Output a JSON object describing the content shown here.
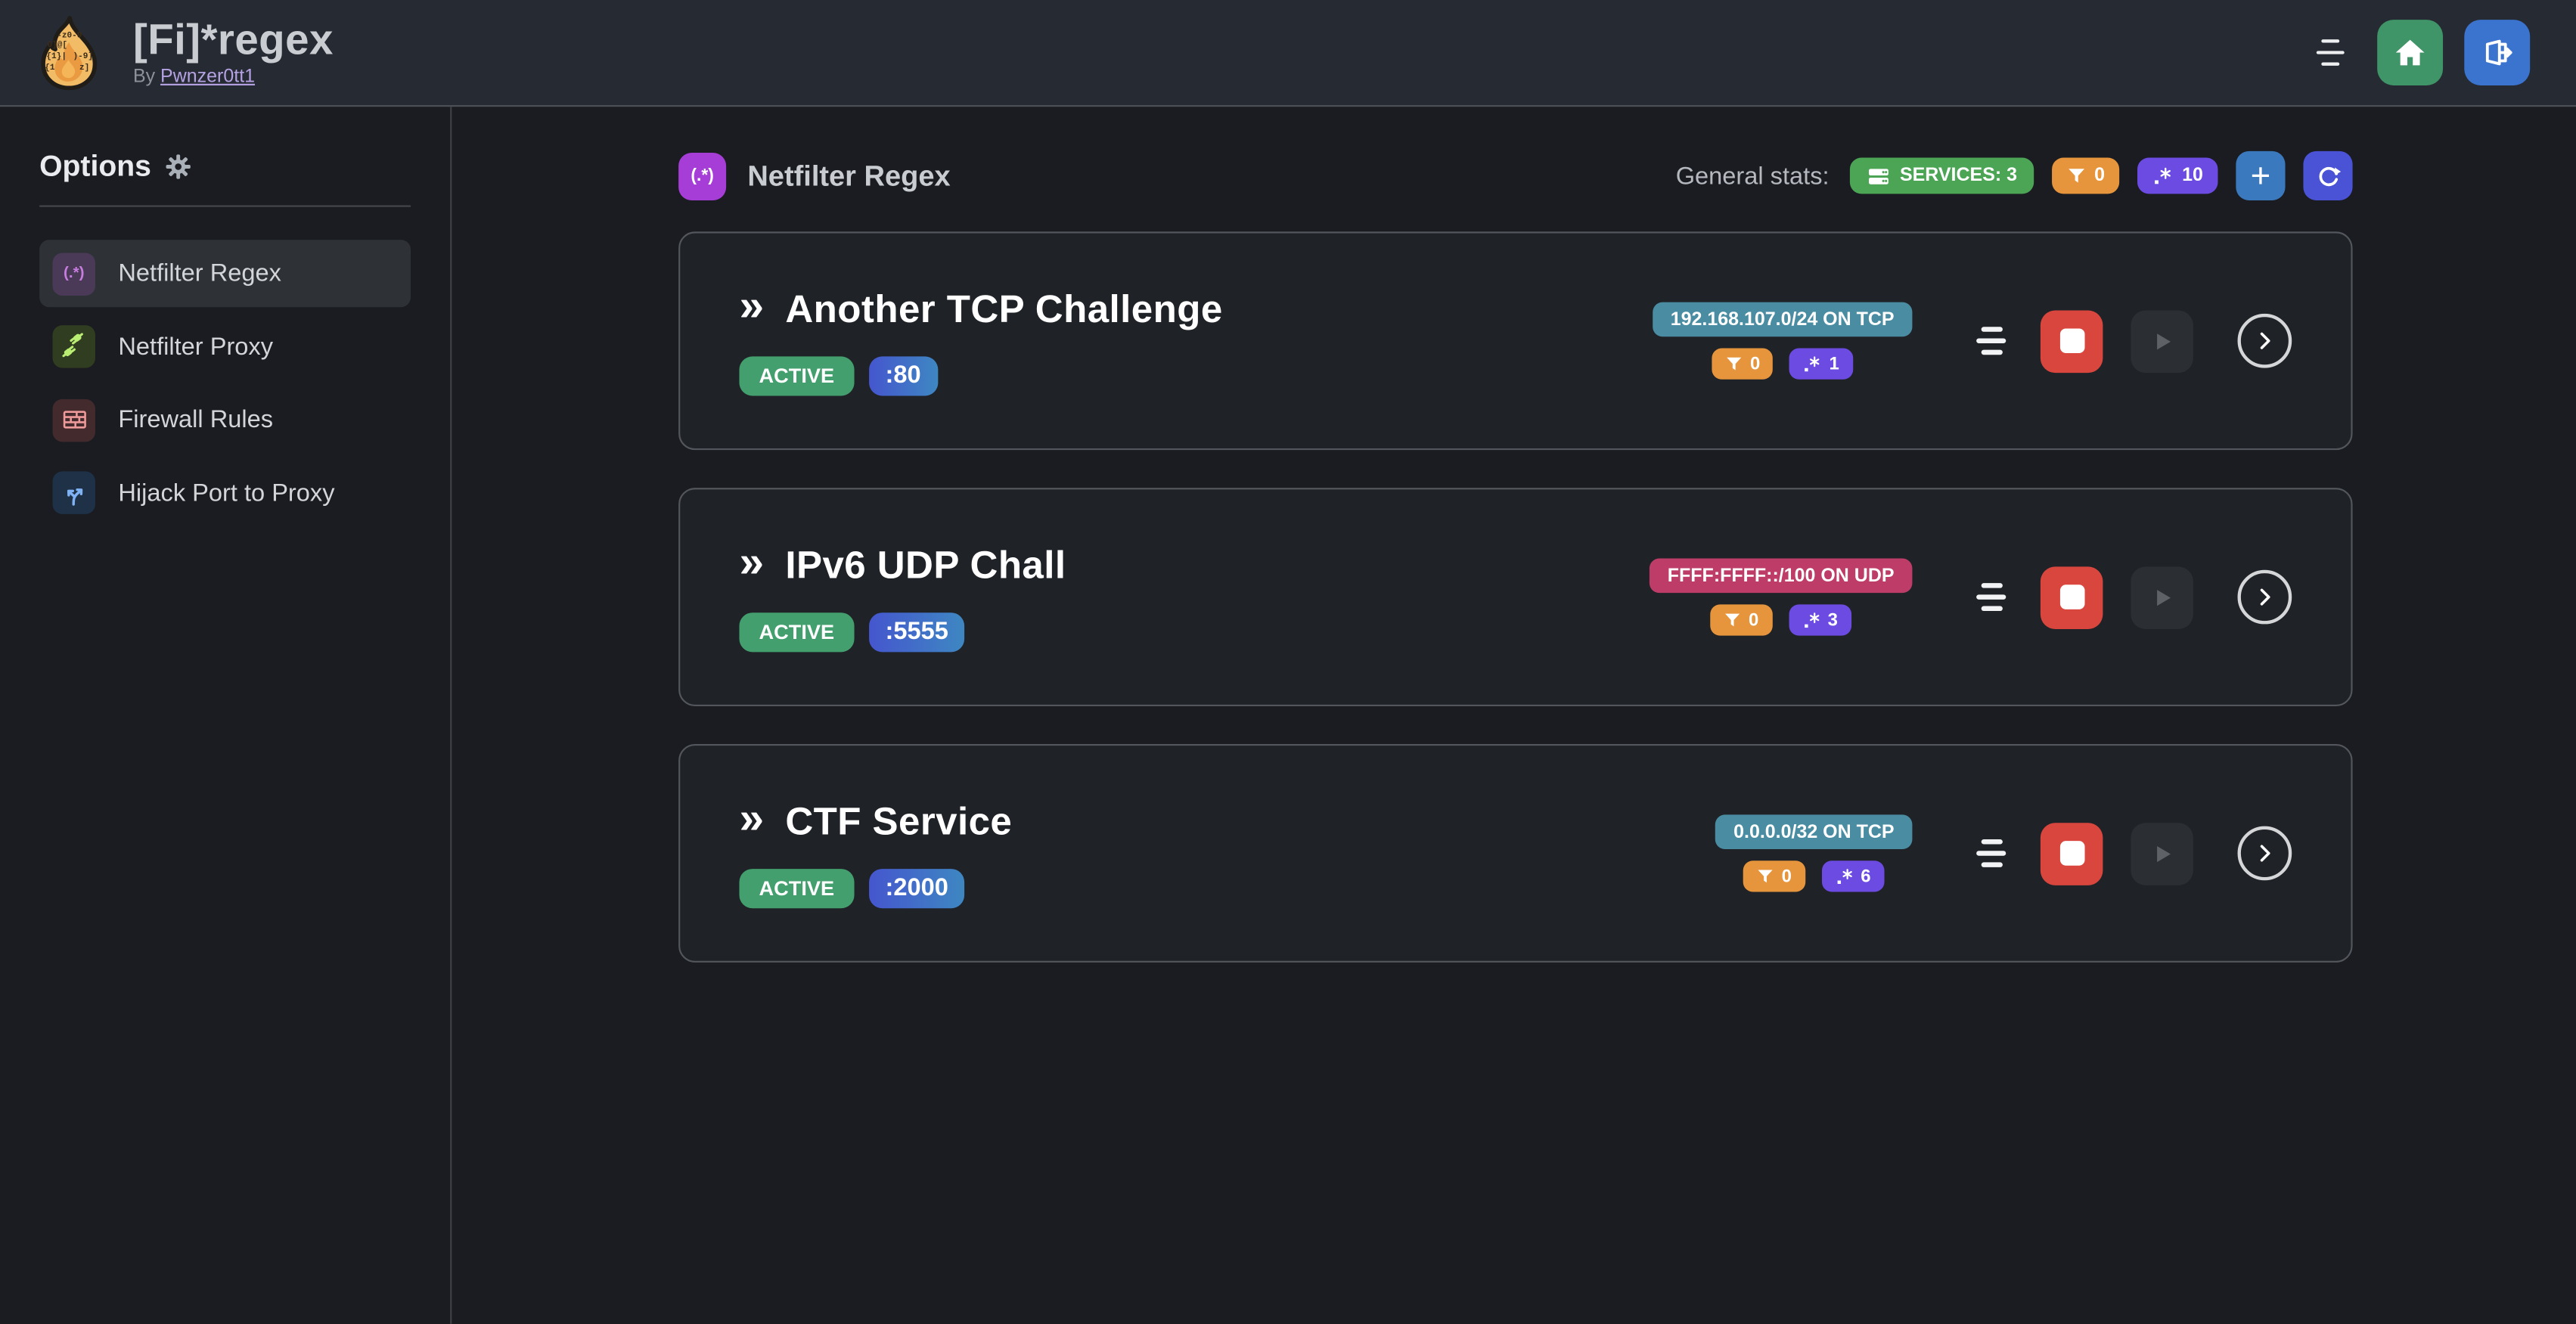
{
  "app": {
    "title": "[Fi]*regex",
    "byline_prefix": "By",
    "author": "Pwnzer0tt1"
  },
  "sidebar": {
    "heading": "Options",
    "items": [
      {
        "label": "Netfilter Regex",
        "icon_glyph": "(.*)",
        "active": true
      },
      {
        "label": "Netfilter Proxy"
      },
      {
        "label": "Firewall Rules"
      },
      {
        "label": "Hijack Port to Proxy"
      }
    ]
  },
  "main": {
    "section_title": "Netfilter Regex",
    "section_icon_glyph": "(.*)",
    "stats_label": "General stats:",
    "stats": {
      "services_label": "SERVICES: 3",
      "filters_count": "0",
      "regexes_count": "10"
    },
    "services": [
      {
        "name": "Another TCP Challenge",
        "status": "ACTIVE",
        "port": ":80",
        "target": "192.168.107.0/24 ON TCP",
        "target_color": "teal",
        "filters": "0",
        "regexes": "1"
      },
      {
        "name": "IPv6 UDP Chall",
        "status": "ACTIVE",
        "port": ":5555",
        "target": "FFFF:FFFF::/100 ON UDP",
        "target_color": "pink",
        "filters": "0",
        "regexes": "3"
      },
      {
        "name": "CTF Service",
        "status": "ACTIVE",
        "port": ":2000",
        "target": "0.0.0.0/32 ON TCP",
        "target_color": "teal",
        "filters": "0",
        "regexes": "6"
      }
    ]
  },
  "colors": {
    "header_bg": "#262a33",
    "page_bg": "#1a1c21",
    "card_bg": "#1f2227",
    "active_green": "#43a06e",
    "services_green": "#4ca455",
    "filter_orange": "#e6953c",
    "regex_purple": "#6c4be2",
    "target_teal": "#4a8da2",
    "target_pink": "#be3c68",
    "stop_red": "#d8463d",
    "home_green": "#3f9468",
    "logout_blue": "#3b74ce",
    "add_blue": "#3b79be",
    "refresh_indigo": "#4a52d6",
    "link_purple": "#b4a2e2",
    "section_icon_purple": "#a53dd6"
  }
}
